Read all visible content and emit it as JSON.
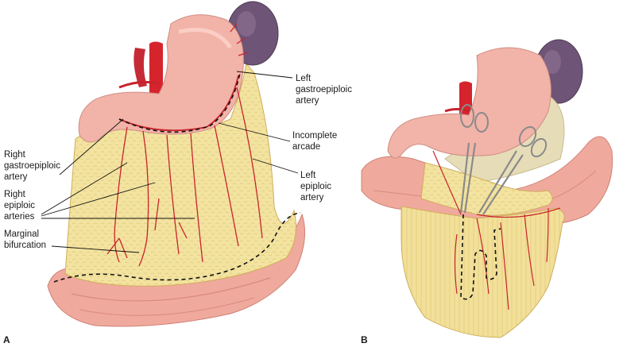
{
  "panels": {
    "a": "A",
    "b": "B"
  },
  "labels": {
    "left_gastroepiploic_artery": "Left\ngastroepiploic\nartery",
    "incomplete_arcade": "Incomplete\narcade",
    "left_epiploic_artery": "Left\nepiploic\nartery",
    "right_gastroepiploic_artery": "Right\ngastroepiploic\nartery",
    "right_epiploic_arteries": "Right\nepiploic\narteries",
    "marginal_bifurcation": "Marginal\nbifurcation"
  },
  "colors": {
    "omentum": "#f3e3a0",
    "omentum_shade": "#e6cf7e",
    "stomach": "#f2b3a8",
    "stomach_shade": "#dc8f84",
    "spleen": "#6e5476",
    "vessel": "#c8232c",
    "colon": "#f0a99d",
    "instrument": "#9a9a9a"
  }
}
